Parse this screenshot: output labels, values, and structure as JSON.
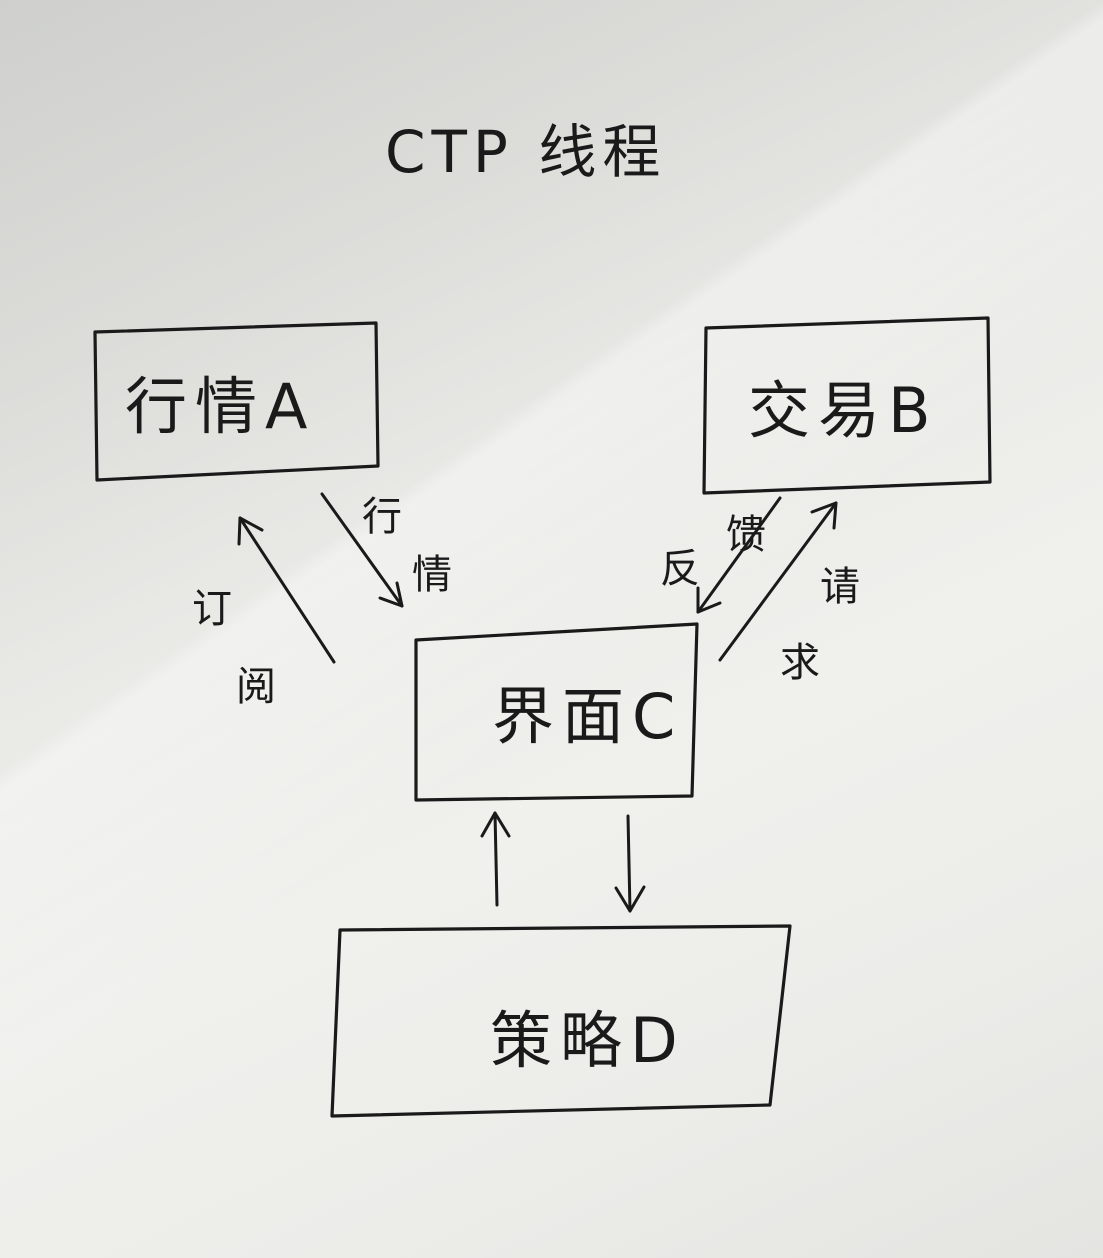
{
  "title": "CTP 线程",
  "nodes": {
    "a": {
      "label": "行情A"
    },
    "b": {
      "label": "交易B"
    },
    "c": {
      "label": "界面C"
    },
    "d": {
      "label": "策略D"
    }
  },
  "edges": {
    "a_to_c": {
      "label_line1": "行",
      "label_line2": "情"
    },
    "c_to_a": {
      "label_line1": "订",
      "label_line2": "阅"
    },
    "b_to_c": {
      "label_line1": "反",
      "label_line2": "馈"
    },
    "c_to_b": {
      "label_line1": "请",
      "label_line2": "求"
    }
  }
}
